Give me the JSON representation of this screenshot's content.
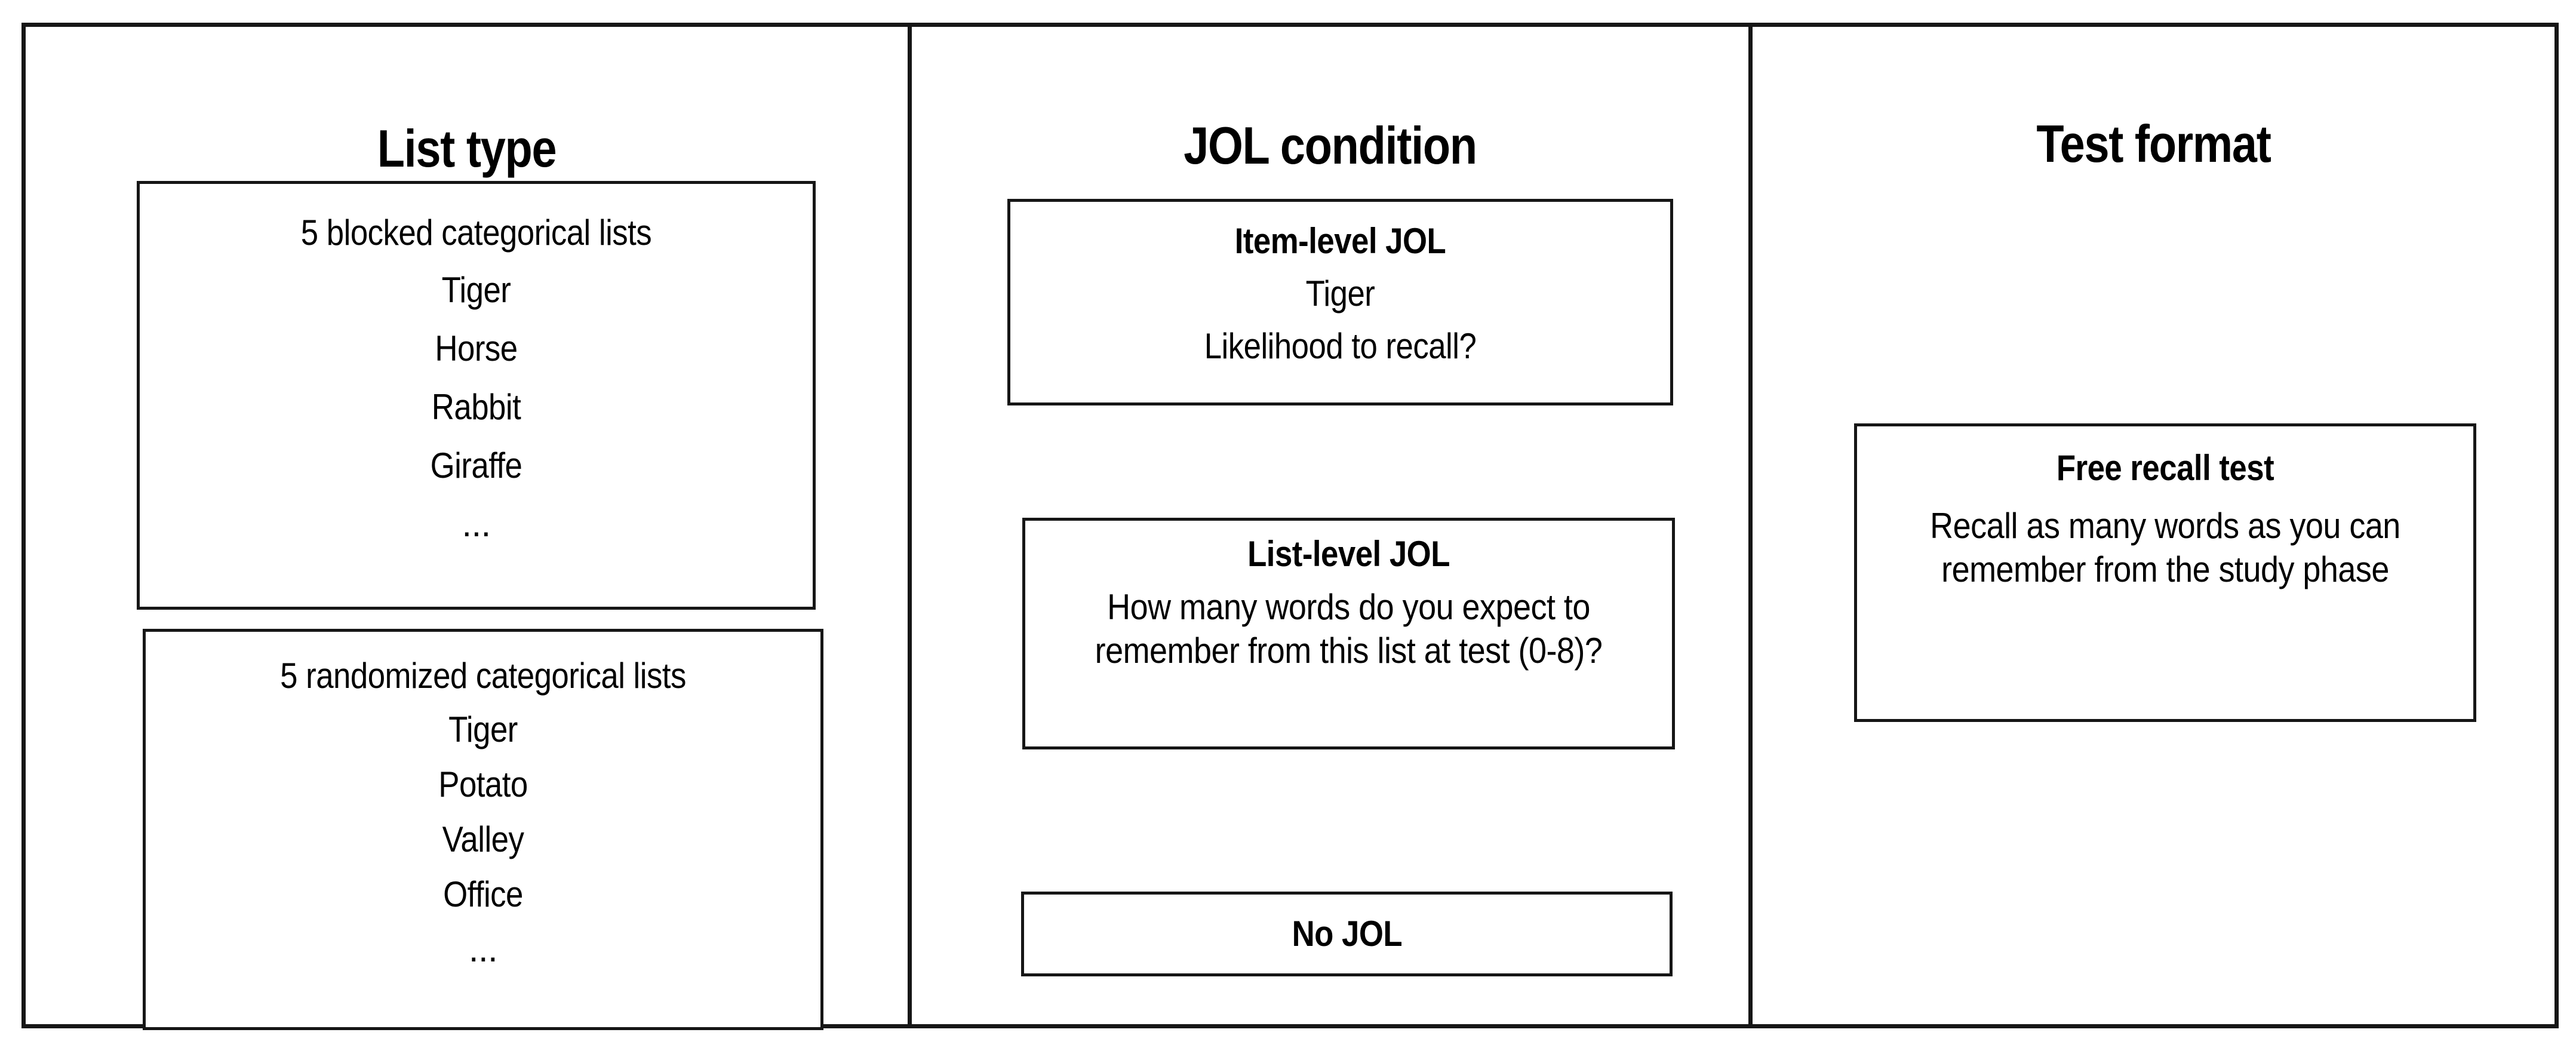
{
  "figure": {
    "type": "experimental-design-diagram",
    "columns": [
      {
        "id": "list-type",
        "title": "List type",
        "cards": [
          {
            "id": "blocked-categorical",
            "heading": "5 blocked categorical lists",
            "heading_bold": false,
            "words": [
              "Tiger",
              "Horse",
              "Rabbit",
              "Giraffe"
            ],
            "ellipsis": "..."
          },
          {
            "id": "randomized-categorical",
            "heading": "5 randomized categorical lists",
            "heading_bold": false,
            "words": [
              "Tiger",
              "Potato",
              "Valley",
              "Office"
            ],
            "ellipsis": "..."
          }
        ]
      },
      {
        "id": "jol-condition",
        "title": "JOL condition",
        "cards": [
          {
            "id": "item-level-jol",
            "heading": "Item-level JOL",
            "heading_bold": true,
            "lines": [
              "Tiger",
              "Likelihood to recall?"
            ]
          },
          {
            "id": "list-level-jol",
            "heading": "List-level JOL",
            "heading_bold": true,
            "body": "How many words do you expect to remember from this list at test (0-8)?"
          },
          {
            "id": "no-jol",
            "heading": "No JOL",
            "heading_bold": true
          }
        ]
      },
      {
        "id": "test-format",
        "title": "Test format",
        "cards": [
          {
            "id": "free-recall-test",
            "heading": "Free recall test",
            "heading_bold": true,
            "body": "Recall as many words as you can remember from the study phase"
          }
        ]
      }
    ],
    "colors": {
      "line": "#161616",
      "background": "#ffffff",
      "text": "#000000"
    }
  }
}
